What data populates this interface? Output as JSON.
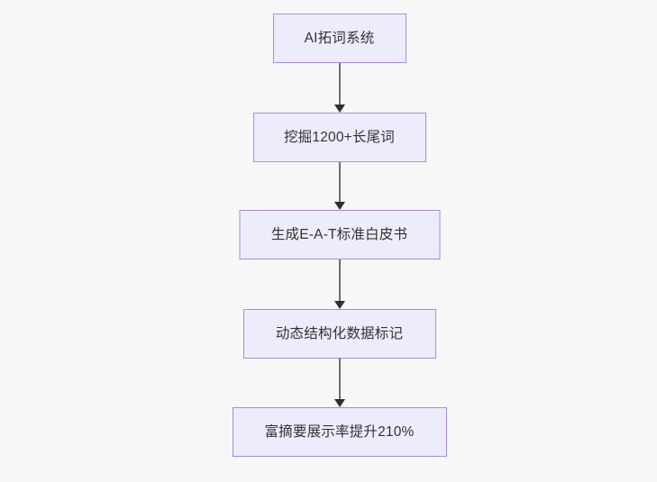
{
  "diagram": {
    "type": "flowchart",
    "direction": "top-to-bottom",
    "background_color": "#f7f7f7",
    "node_fill_color": "#ececfd",
    "node_border_color": "#a98cdb",
    "node_text_color": "#333333",
    "edge_color": "#707070",
    "arrowhead_color": "#2e2e2e",
    "nodes": [
      {
        "id": "n1",
        "label": "AI拓词系统"
      },
      {
        "id": "n2",
        "label": "挖掘1200+长尾词"
      },
      {
        "id": "n3",
        "label": "生成E-A-T标准白皮书"
      },
      {
        "id": "n4",
        "label": "动态结构化数据标记"
      },
      {
        "id": "n5",
        "label": "富摘要展示率提升210%"
      }
    ],
    "edges": [
      {
        "id": "e1",
        "from": "n1",
        "to": "n2",
        "label": ""
      },
      {
        "id": "e2",
        "from": "n2",
        "to": "n3",
        "label": ""
      },
      {
        "id": "e3",
        "from": "n3",
        "to": "n4",
        "label": ""
      },
      {
        "id": "e4",
        "from": "n4",
        "to": "n5",
        "label": ""
      }
    ]
  }
}
